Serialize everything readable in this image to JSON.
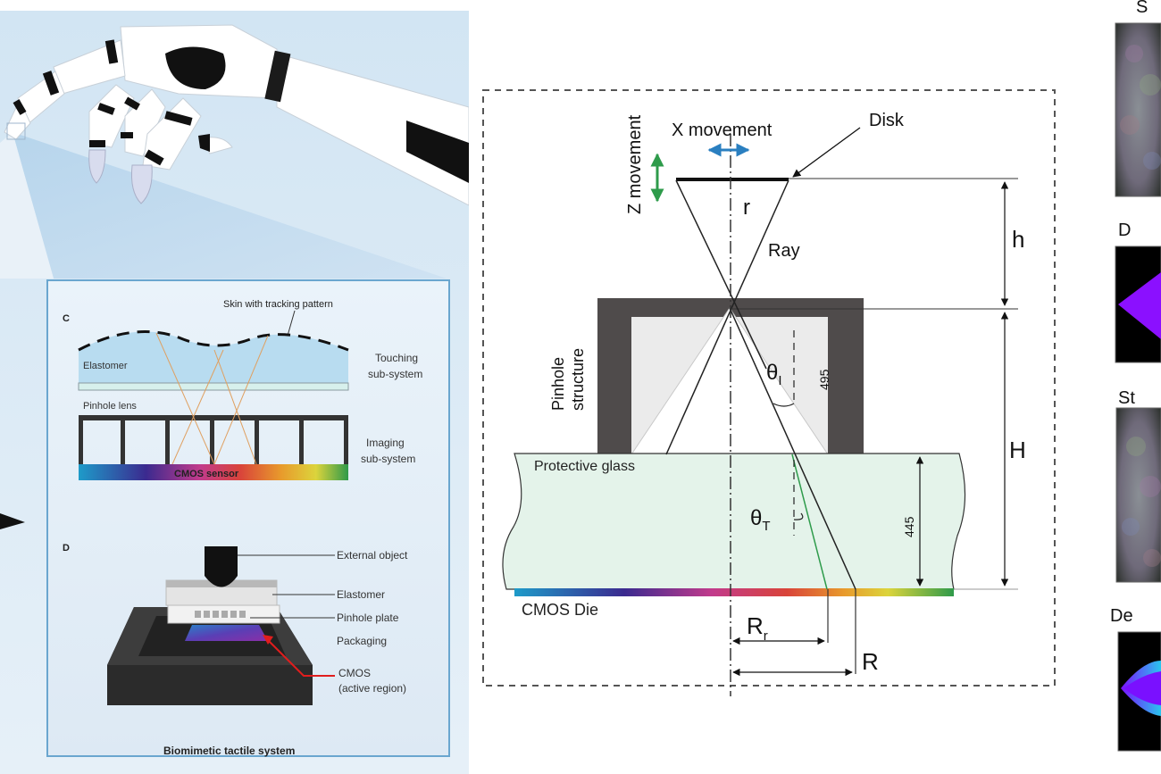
{
  "left_figure": {
    "panel_c": {
      "label": "C",
      "skin_label": "Skin with tracking pattern",
      "elastomer_label": "Elastomer",
      "touching_label_line1": "Touching",
      "touching_label_line2": "sub-system",
      "pinhole_label": "Pinhole lens",
      "imaging_label_line1": "Imaging",
      "imaging_label_line2": "sub-system",
      "cmos_label": "CMOS sensor"
    },
    "panel_d": {
      "label": "D",
      "external_object": "External object",
      "elastomer": "Elastomer",
      "pinhole_plate": "Pinhole plate",
      "packaging": "Packaging",
      "cmos_line1": "CMOS",
      "cmos_line2": "(active region)"
    },
    "caption": "Biomimetic tactile system"
  },
  "middle_figure": {
    "x_movement": "X movement",
    "z_movement": "Z movement",
    "disk": "Disk",
    "r": "r",
    "ray": "Ray",
    "h": "h",
    "H": "H",
    "pinhole_line1": "Pinhole",
    "pinhole_line2": "structure",
    "dim_495": "495",
    "dim_445": "445",
    "theta_i": "θ",
    "theta_i_sub": "I",
    "theta_t": "θ",
    "theta_t_sub": "T",
    "protective_glass": "Protective glass",
    "cmos_die": "CMOS Die",
    "R_r": "R",
    "R_r_sub": "r",
    "R": "R"
  },
  "right_figure": {
    "labels": [
      "S",
      "D",
      "St",
      "De"
    ]
  },
  "colors": {
    "x_arrow": "#2a7fc0",
    "z_arrow": "#2e9b4b",
    "refracted_ray": "#2e9b4b",
    "glass_fill": "#e4f3ea",
    "pinhole_dark": "#4f4b4b",
    "inset_border": "#6aa6cf"
  }
}
